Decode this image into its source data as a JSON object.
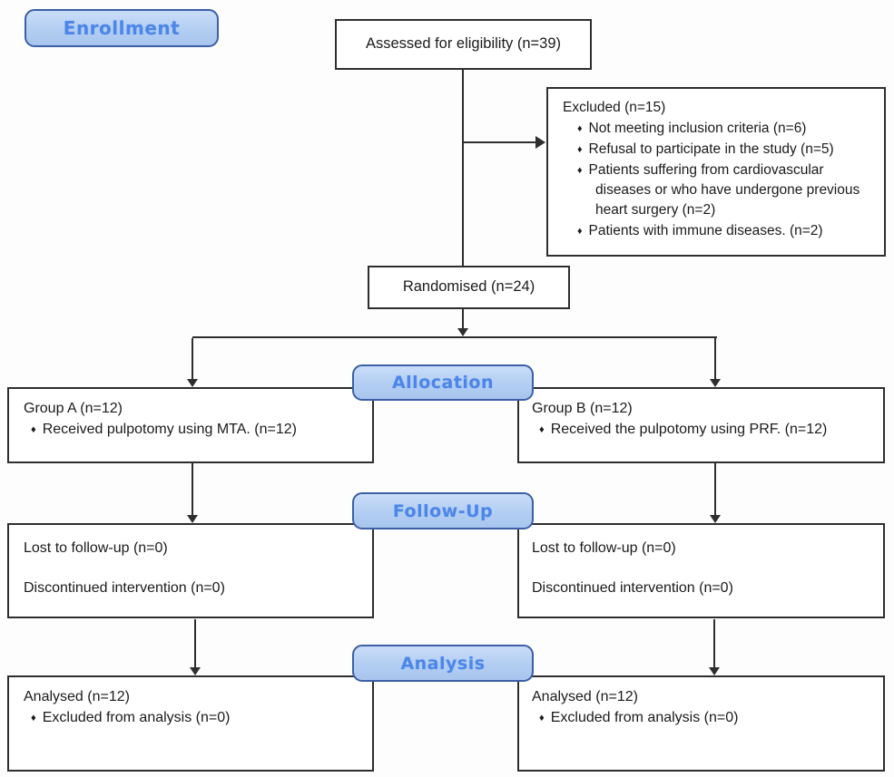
{
  "bullet": "♦",
  "badges": {
    "enrollment": "Enrollment",
    "allocation": "Allocation",
    "follow_up": "Follow-Up",
    "analysis": "Analysis"
  },
  "boxes": {
    "assessed": {
      "text": "Assessed for eligibility (n=39)"
    },
    "excluded": {
      "title": "Excluded (n=15)",
      "items": [
        "Not meeting inclusion criteria (n=6)",
        "Refusal to participate in the study (n=5)",
        "Patients suffering from cardiovascular diseases or who have undergone previous heart surgery (n=2)",
        "Patients with immune diseases. (n=2)"
      ]
    },
    "randomised": {
      "text": "Randomised (n=24)"
    },
    "group_a": {
      "title": "Group A (n=12)",
      "items": [
        "Received pulpotomy using MTA. (n=12)"
      ]
    },
    "group_b": {
      "title": "Group B (n=12)",
      "items": [
        "Received the pulpotomy using PRF. (n=12)"
      ]
    },
    "followup_left": {
      "lines": [
        "Lost to follow-up (n=0)",
        "Discontinued intervention (n=0)"
      ]
    },
    "followup_right": {
      "lines": [
        "Lost to follow-up (n=0)",
        "Discontinued intervention (n=0)"
      ]
    },
    "analysed_left": {
      "title": "Analysed (n=12)",
      "items": [
        "Excluded from analysis (n=0)"
      ]
    },
    "analysed_right": {
      "title": "Analysed (n=12)",
      "items": [
        "Excluded from analysis (n=0)"
      ]
    }
  },
  "colors": {
    "badge_fill": "#b4cef1",
    "badge_border": "#3c5fa6",
    "badge_text": "#4c86e9",
    "line_color": "#2e2e2e"
  }
}
